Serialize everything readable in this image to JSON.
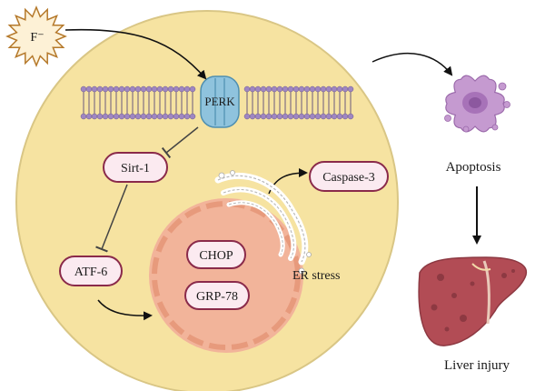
{
  "labels": {
    "fluoride": "F⁻",
    "perk": "PERK",
    "sirt1": "Sirt-1",
    "atf6": "ATF-6",
    "chop": "CHOP",
    "grp78": "GRP-78",
    "caspase3": "Caspase-3",
    "er_stress": "ER stress",
    "apoptosis": "Apoptosis",
    "liver_injury": "Liver injury"
  },
  "colors": {
    "cell_fill": "#f6e3a1",
    "cell_stroke": "#d9c685",
    "membrane_head": "#9f86c2",
    "membrane_tail": "#5b4a7a",
    "receptor": "#8fc3dd",
    "pill_fill": "#fbeaf0",
    "pill_stroke": "#8a2a4a",
    "nucleus_fill": "#f2b49a",
    "nucleus_stroke": "#e79a7c",
    "liver": "#b24c55",
    "apoptotic_cell": "#c59ad0"
  },
  "icons": [
    "fluoride-burst-icon",
    "perk-receptor-icon",
    "golgi-icon",
    "apoptotic-cell-icon",
    "liver-icon"
  ]
}
